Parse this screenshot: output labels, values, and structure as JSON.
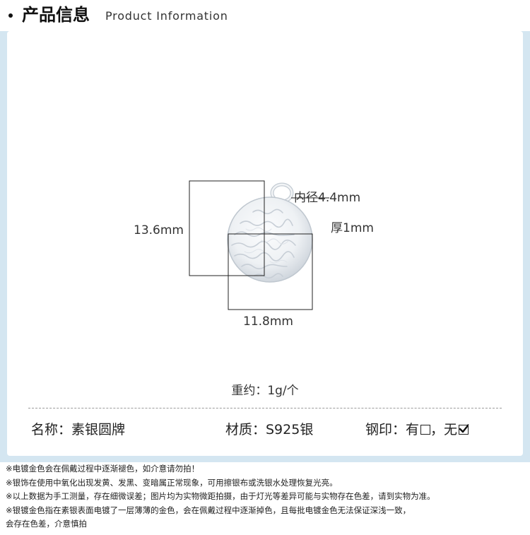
{
  "header": {
    "title_cn": "产品信息",
    "title_en": "Product Information"
  },
  "product": {
    "inner_diameter": "内径4.4mm",
    "thickness": "厚1mm",
    "height": "13.6mm",
    "width": "11.8mm",
    "weight": "重约：1g/个"
  },
  "specs": {
    "name": "名称：素银圆牌",
    "material": "材质：S925银",
    "stamp_label": "钢印：",
    "stamp_yes": "有",
    "stamp_sep": "，",
    "stamp_no": "无"
  },
  "notes": [
    "※电镀金色会在佩戴过程中逐渐褪色，如介意请勿拍！",
    "※银饰在使用中氧化出现发黄、发黑、变暗属正常现象，可用擦银布或洗银水处理恢复光亮。",
    "※以上数据为手工测量，存在细微误差；图片均为实物微距拍摄，由于灯光等差异可能与实物存在色差，请到实物为准。",
    "※银镀金色指在素银表面电镀了一层薄薄的金色，会在佩戴过程中逐渐掉色，且每批电镀金色无法保证深浅一致，",
    "会存在色差，介意慎拍"
  ],
  "colors": {
    "frame_background": "#d4e6f1",
    "silver_light": "#f4f6f8",
    "silver_shadow": "#b9c2cc"
  },
  "icons": {
    "stamp_yes_box": "empty-checkbox-icon",
    "stamp_no_box": "checked-checkbox-icon",
    "bullet": "dot-icon"
  }
}
